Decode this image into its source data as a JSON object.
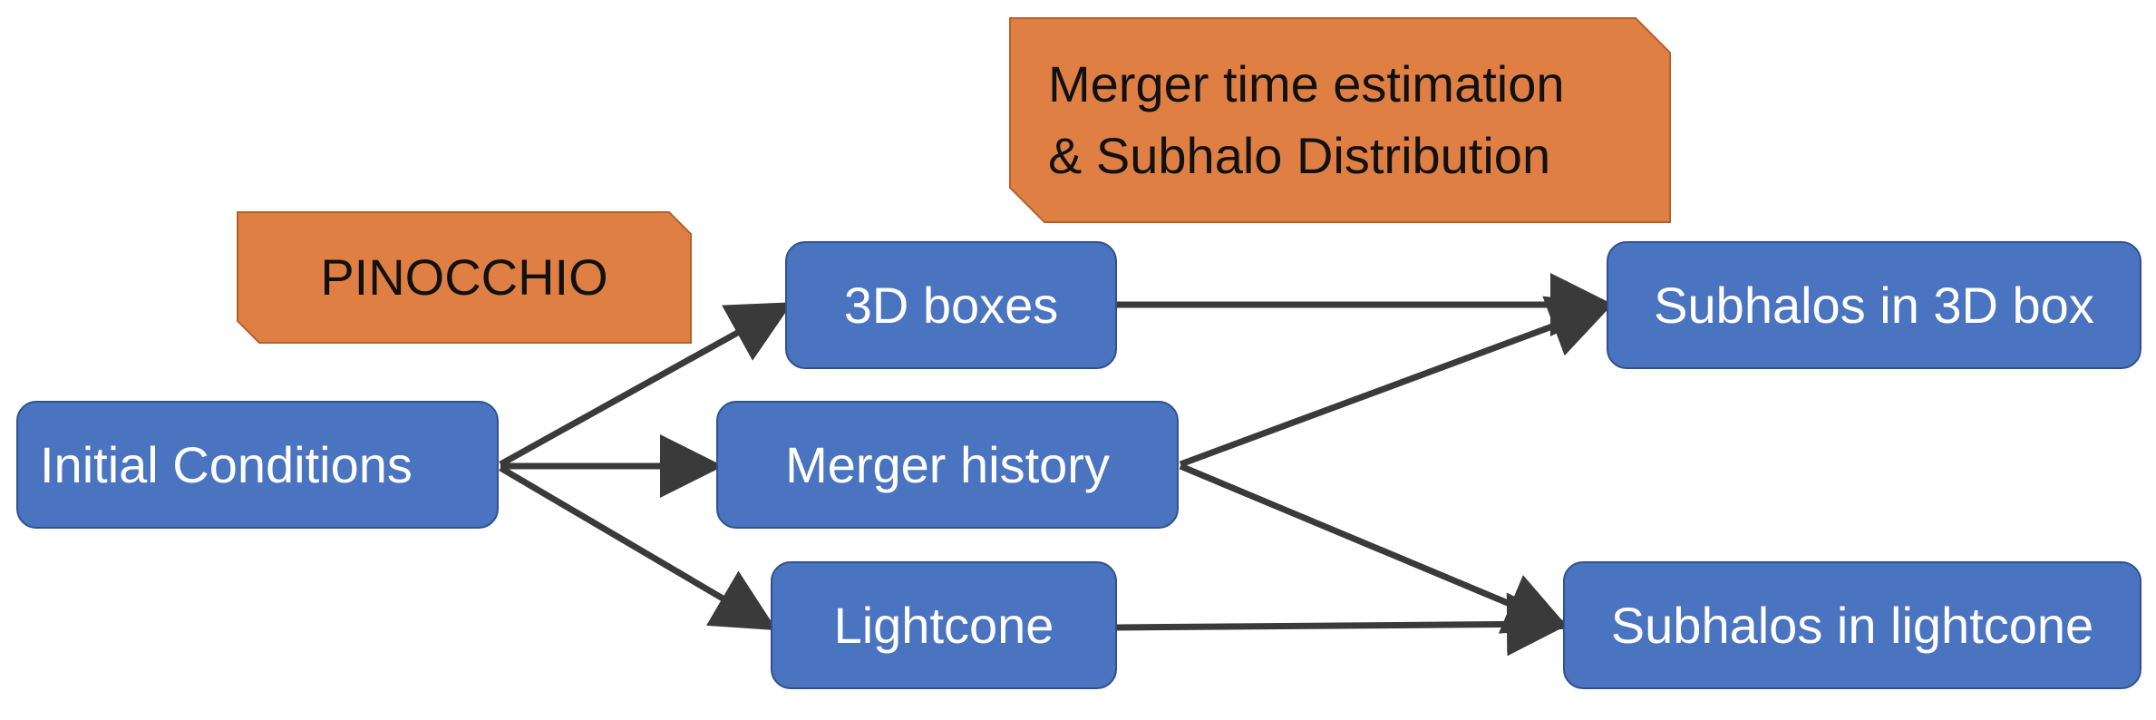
{
  "tags": {
    "pinocchio": "PINOCCHIO",
    "merger_estimation_line1": "Merger time estimation",
    "merger_estimation_line2": "& Subhalo Distribution"
  },
  "nodes": {
    "initial_conditions": "Initial Conditions",
    "boxes_3d": "3D boxes",
    "merger_history": "Merger history",
    "lightcone": "Lightcone",
    "subhalos_3d_box": "Subhalos in 3D box",
    "subhalos_lightcone": "Subhalos in lightcone"
  },
  "edges": [
    {
      "from": "initial_conditions",
      "to": "boxes_3d"
    },
    {
      "from": "initial_conditions",
      "to": "merger_history"
    },
    {
      "from": "initial_conditions",
      "to": "lightcone"
    },
    {
      "from": "boxes_3d",
      "to": "subhalos_3d_box"
    },
    {
      "from": "merger_history",
      "to": "subhalos_3d_box"
    },
    {
      "from": "merger_history",
      "to": "subhalos_lightcone"
    },
    {
      "from": "lightcone",
      "to": "subhalos_lightcone"
    }
  ],
  "colors": {
    "node_fill": "#4a73c0",
    "node_border": "#2f528f",
    "tag_fill": "#e07f43",
    "tag_border": "#b5602c",
    "arrow": "#3a3a3a"
  }
}
